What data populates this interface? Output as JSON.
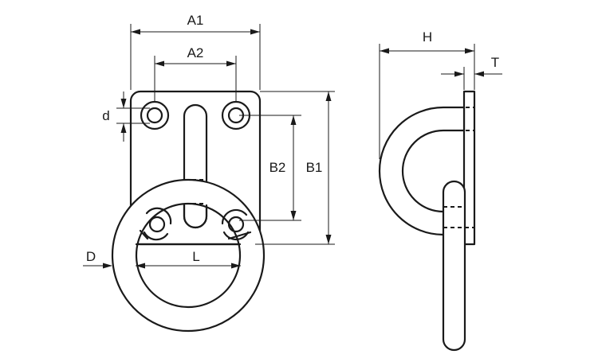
{
  "labels": {
    "a1": "A1",
    "a2": "A2",
    "b1": "B1",
    "b2": "B2",
    "d_small": "d",
    "d_large": "D",
    "l": "L",
    "h": "H",
    "t": "T"
  },
  "colors": {
    "line": "#1a1a1a",
    "background": "#ffffff"
  }
}
